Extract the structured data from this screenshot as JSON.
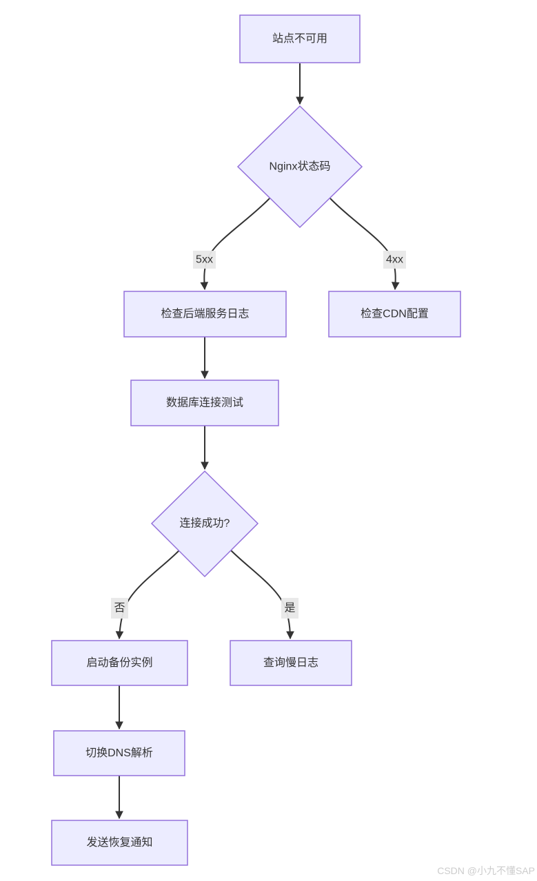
{
  "page": {
    "watermark": "CSDN @小九不懂SAP"
  },
  "diagram": {
    "type": "flowchart",
    "direction": "top-down",
    "colors": {
      "node_fill": "#ECECFF",
      "node_border": "#9370DB",
      "edge_color": "#333333",
      "label_bg": "#e8e8e8",
      "text_color": "#333333",
      "watermark_color": "#cccccc",
      "page_bg": "#ffffff"
    },
    "nodes": {
      "site_down": {
        "label": "站点不可用",
        "shape": "rect"
      },
      "nginx_status": {
        "label": "Nginx状态码",
        "shape": "diamond"
      },
      "check_backend_logs": {
        "label": "检查后端服务日志",
        "shape": "rect"
      },
      "check_cdn": {
        "label": "检查CDN配置",
        "shape": "rect"
      },
      "db_conn_test": {
        "label": "数据库连接测试",
        "shape": "rect"
      },
      "conn_success": {
        "label": "连接成功?",
        "shape": "diamond"
      },
      "start_backup": {
        "label": "启动备份实例",
        "shape": "rect"
      },
      "query_slow_log": {
        "label": "查询慢日志",
        "shape": "rect"
      },
      "switch_dns": {
        "label": "切换DNS解析",
        "shape": "rect"
      },
      "send_notify": {
        "label": "发送恢复通知",
        "shape": "rect"
      }
    },
    "edges": [
      {
        "from": "site_down",
        "to": "nginx_status",
        "label": ""
      },
      {
        "from": "nginx_status",
        "to": "check_backend_logs",
        "label": "5xx"
      },
      {
        "from": "nginx_status",
        "to": "check_cdn",
        "label": "4xx"
      },
      {
        "from": "check_backend_logs",
        "to": "db_conn_test",
        "label": ""
      },
      {
        "from": "db_conn_test",
        "to": "conn_success",
        "label": ""
      },
      {
        "from": "conn_success",
        "to": "start_backup",
        "label": "否"
      },
      {
        "from": "conn_success",
        "to": "query_slow_log",
        "label": "是"
      },
      {
        "from": "start_backup",
        "to": "switch_dns",
        "label": ""
      },
      {
        "from": "switch_dns",
        "to": "send_notify",
        "label": ""
      }
    ]
  }
}
